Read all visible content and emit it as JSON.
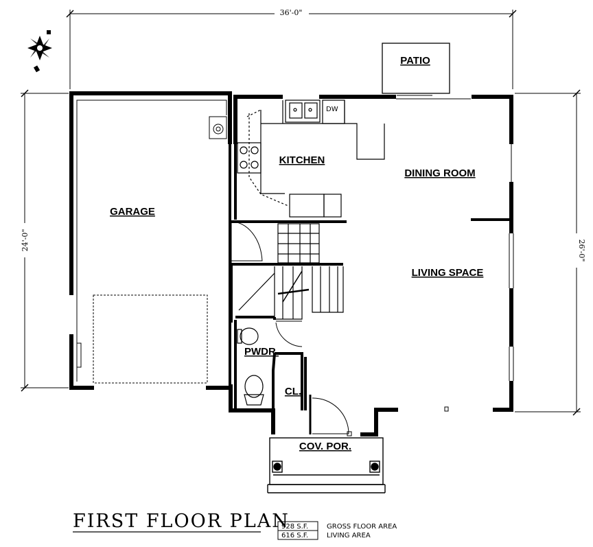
{
  "dimensions": {
    "width": "36'-0\"",
    "left_height": "24'-0\"",
    "right_height": "26'-0\""
  },
  "rooms": {
    "patio": "PATIO",
    "kitchen": "KITCHEN",
    "dining_room": "DINING ROOM",
    "garage": "GARAGE",
    "living_space": "LIVING SPACE",
    "powder": "PWDR.",
    "closet": "CL.",
    "covered_porch": "COV. POR."
  },
  "fixtures": {
    "dishwasher": "DW"
  },
  "title": "FIRST FLOOR PLAN",
  "areas": [
    {
      "value": "928 S.F.",
      "label": "GROSS FLOOR AREA"
    },
    {
      "value": "616 S.F.",
      "label": "LIVING AREA"
    }
  ],
  "colors": {
    "line": "#000000",
    "background": "#ffffff"
  }
}
